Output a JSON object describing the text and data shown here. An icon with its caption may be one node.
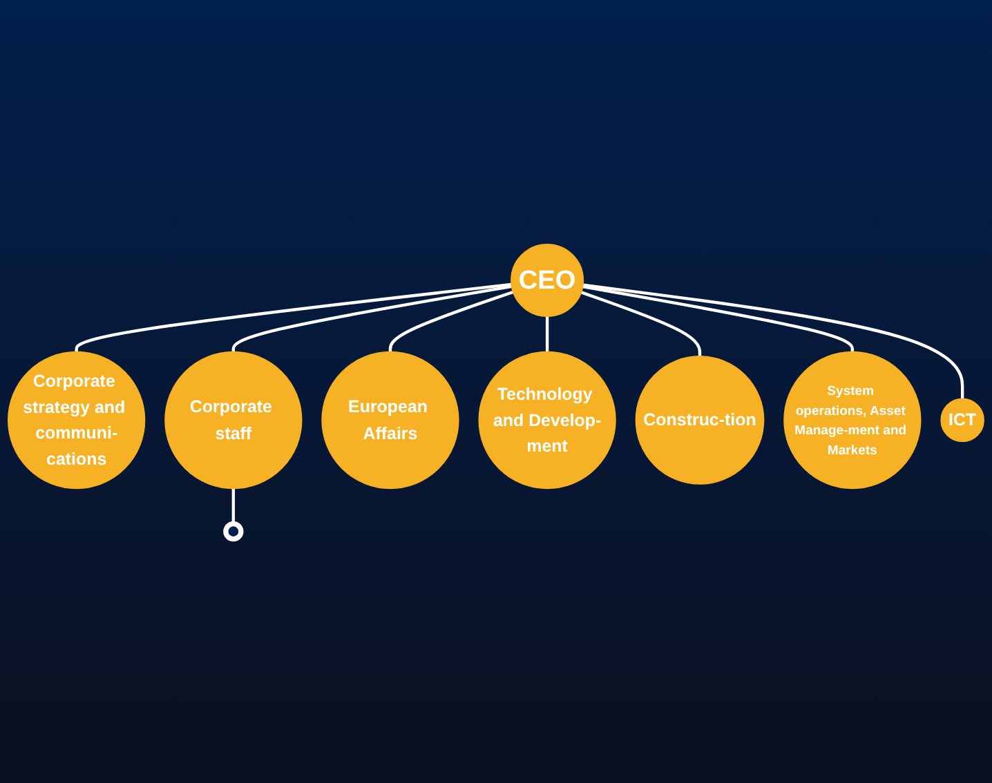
{
  "diagram": {
    "nodes": [
      {
        "text": [
          "CEO"
        ]
      },
      {
        "text": [
          "Corporate strategy and communi-cations"
        ]
      },
      {
        "text": [],
        "shape": "circle"
      },
      {
        "text": [
          "Corporate staff"
        ]
      },
      {
        "text": [
          "European Affairs"
        ]
      },
      {
        "text": [
          "Technology and Develop-ment"
        ]
      },
      {
        "text": [
          "Construc-tion"
        ]
      },
      {
        "text": [
          "System operations, Asset Manage-ment and Markets"
        ]
      },
      {
        "text": [
          "ICT"
        ]
      }
    ],
    "edges": [
      {
        "from": 0,
        "to": 1,
        "arrow": "none"
      },
      {
        "from": 0,
        "to": 3,
        "arrow": "none"
      },
      {
        "from": 3,
        "to": 2,
        "arrow": "none"
      },
      {
        "from": 0,
        "to": 4,
        "arrow": "none"
      },
      {
        "from": 0,
        "to": 5,
        "arrow": "none"
      },
      {
        "from": 0,
        "to": 6,
        "arrow": "none"
      },
      {
        "from": 0,
        "to": 7,
        "arrow": "none"
      },
      {
        "from": 0,
        "to": 8,
        "arrow": "none"
      }
    ]
  }
}
